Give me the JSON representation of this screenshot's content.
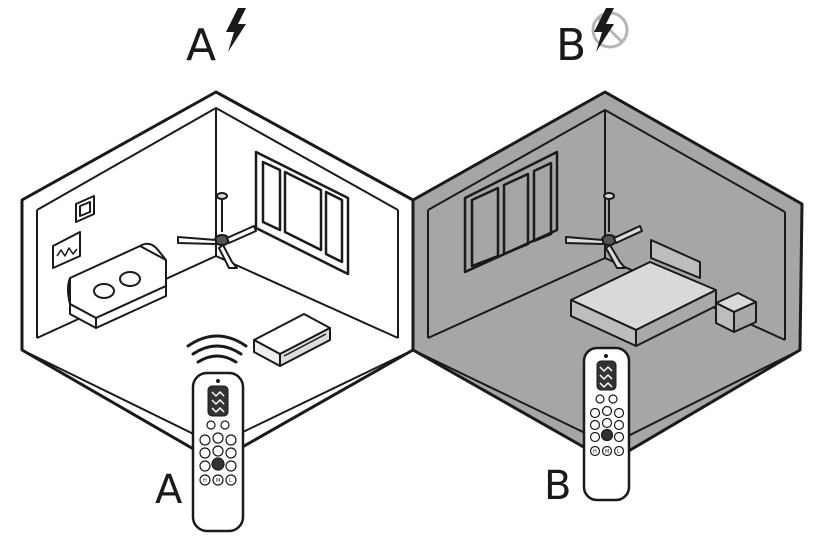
{
  "header": {
    "label_a": "A",
    "label_b": "B"
  },
  "room_a": {
    "label": "A",
    "wall_color": "#ffffff",
    "power": "on",
    "power_icon": "lightning-bolt-icon"
  },
  "room_b": {
    "label": "B",
    "wall_color": "#a6a6a6",
    "power": "off",
    "power_icon": "lightning-bolt-crossed-icon"
  },
  "remote_a": {
    "signal_icon": "wireless-signal-icon",
    "buttons": [
      "H",
      "M",
      "L"
    ]
  },
  "remote_b": {
    "buttons": [
      "H",
      "M",
      "L"
    ]
  },
  "colors": {
    "line": "#1a1a1a",
    "room_b_fill": "#a6a6a6",
    "room_b_floor": "#9a9a9a"
  }
}
